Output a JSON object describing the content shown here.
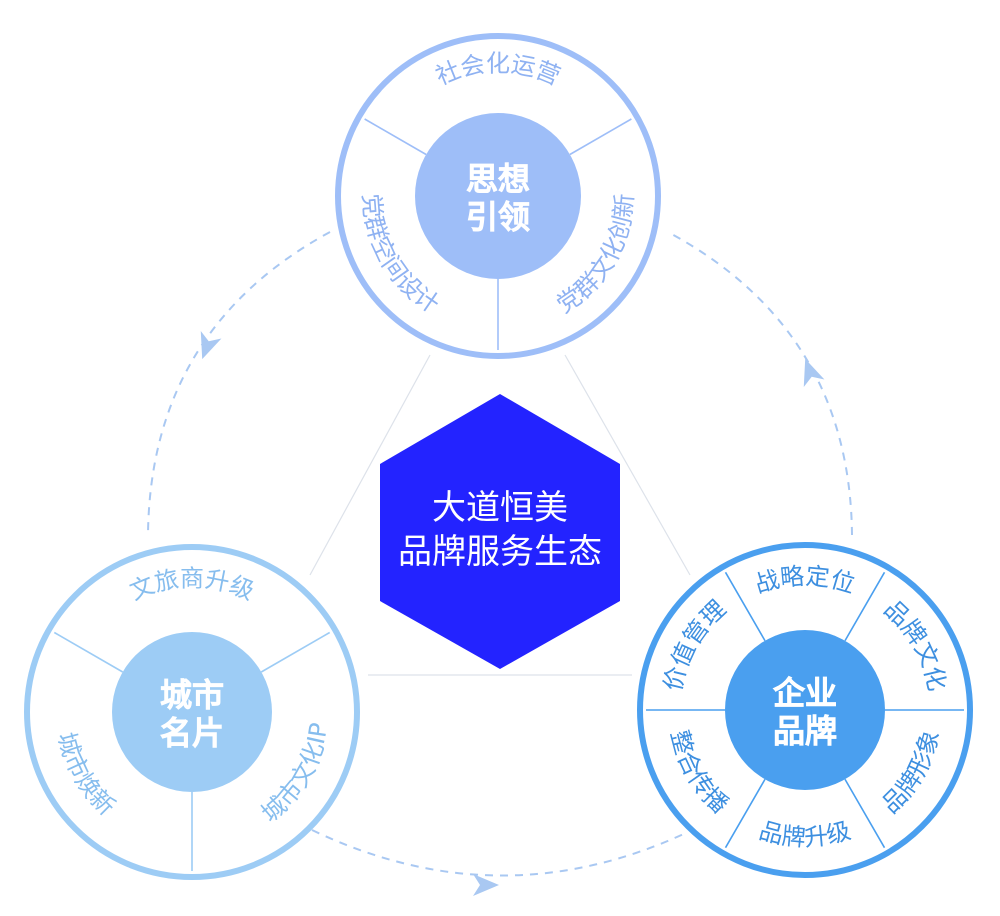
{
  "center": {
    "line1": "大道恒美",
    "line2": "品牌服务生态",
    "color": "#2323FF"
  },
  "clusters": [
    {
      "id": "thought",
      "hub_line1": "思想",
      "hub_line2": "引领",
      "ring_color": "#9EBEF8",
      "hub_color": "#9EBEF8",
      "segment_color": "#8FB2F2",
      "segments": [
        "党群文化创新",
        "党群空间设计",
        "社会化运营"
      ]
    },
    {
      "id": "city",
      "hub_line1": "城市",
      "hub_line2": "名片",
      "ring_color": "#9DCCF5",
      "hub_color": "#9DCCF5",
      "segment_color": "#86BDEE",
      "segments": [
        "城市文化IP",
        "城市焕新",
        "文旅商升级"
      ]
    },
    {
      "id": "enterprise",
      "hub_line1": "企业",
      "hub_line2": "品牌",
      "ring_color": "#4A9FEF",
      "hub_color": "#4A9FEF",
      "segment_color": "#3D8FE0",
      "segments": [
        "品牌文化",
        "品牌形象",
        "品牌升级",
        "整合传播",
        "价值管理",
        "战略定位"
      ]
    }
  ],
  "colors": {
    "connector": "#DDE2EA",
    "cycle": "#A9C8F2"
  }
}
